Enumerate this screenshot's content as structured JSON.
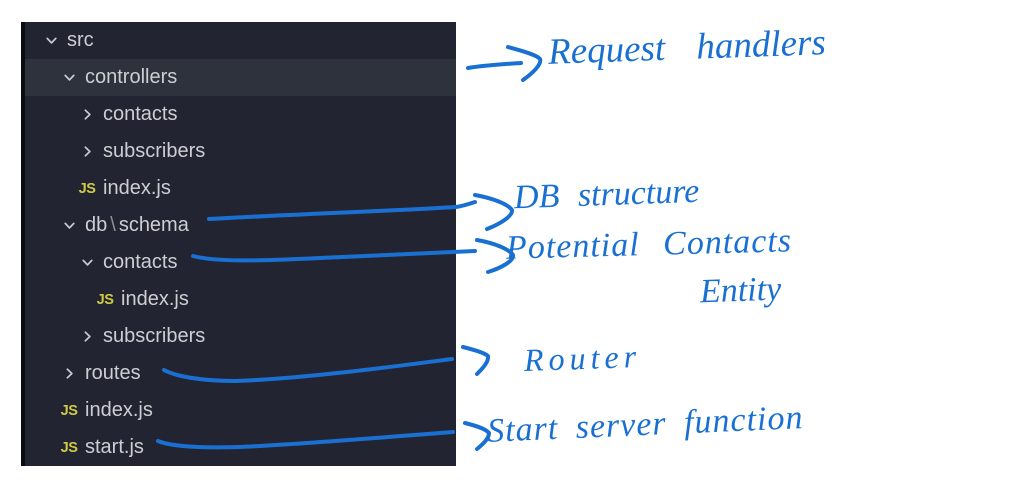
{
  "colors": {
    "page_bg": "#ffffff",
    "panel_bg": "#222531",
    "panel_border": "#0a0c10",
    "row_highlight": "#2e323d",
    "tree_text": "#cdced4",
    "path_separator": "#8f9097",
    "chevron": "#c8c9cf",
    "js_badge": "#cfca45",
    "ink": "#1a70d2"
  },
  "explorer": {
    "file_badge": "JS",
    "path_separator": "\\",
    "rows": [
      {
        "label": "src",
        "type": "folder",
        "state": "expanded",
        "level": 0,
        "highlighted": false
      },
      {
        "label": "controllers",
        "type": "folder",
        "state": "expanded",
        "level": 1,
        "highlighted": true
      },
      {
        "label": "contacts",
        "type": "folder",
        "state": "collapsed",
        "level": 2,
        "highlighted": false
      },
      {
        "label": "subscribers",
        "type": "folder",
        "state": "collapsed",
        "level": 2,
        "highlighted": false
      },
      {
        "label": "index.js",
        "type": "file",
        "level": 2,
        "highlighted": false
      },
      {
        "label": "db\\schema",
        "segments": [
          "db",
          "schema"
        ],
        "type": "folder",
        "state": "expanded",
        "level": 1,
        "highlighted": false
      },
      {
        "label": "contacts",
        "type": "folder",
        "state": "expanded",
        "level": 2,
        "highlighted": false
      },
      {
        "label": "index.js",
        "type": "file",
        "level": 3,
        "highlighted": false
      },
      {
        "label": "subscribers",
        "type": "folder",
        "state": "collapsed",
        "level": 2,
        "highlighted": false
      },
      {
        "label": "routes",
        "type": "folder",
        "state": "collapsed",
        "level": 1,
        "highlighted": false
      },
      {
        "label": "index.js",
        "type": "file",
        "level": 1,
        "highlighted": false
      },
      {
        "label": "start.js",
        "type": "file",
        "level": 1,
        "highlighted": false
      }
    ]
  },
  "annotations": {
    "notes": {
      "request_handlers": "Request handlers",
      "db_structure": "DB structure",
      "potential_contacts": "Potential Contacts",
      "entity": "Entity",
      "router": "Router",
      "start_server": "Start server function"
    }
  }
}
